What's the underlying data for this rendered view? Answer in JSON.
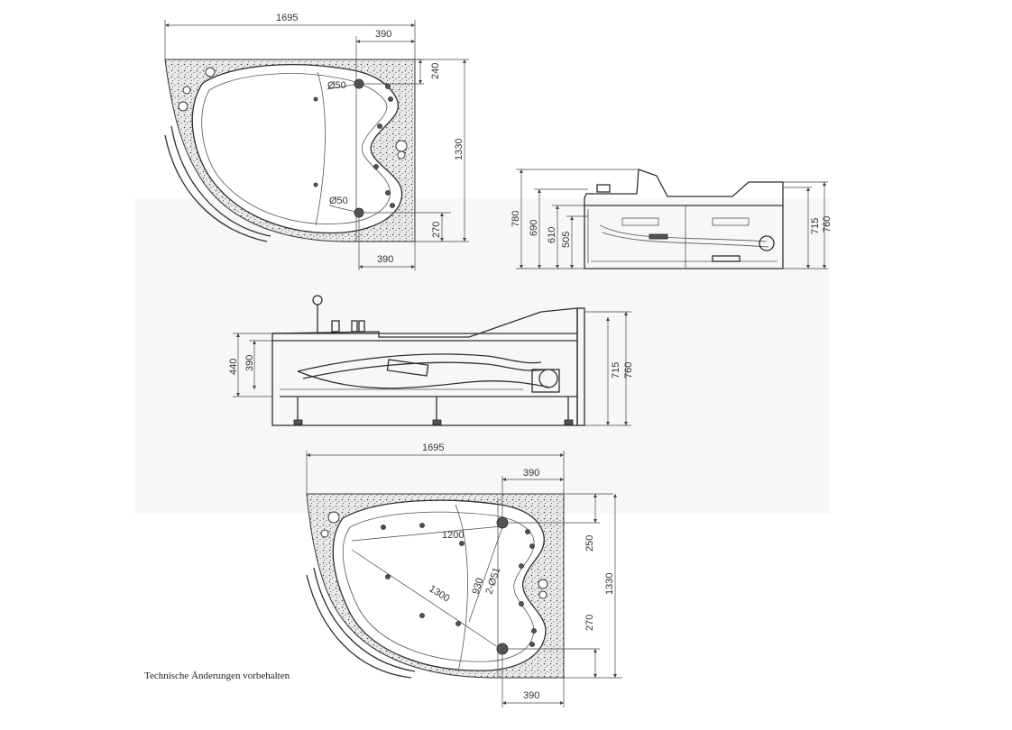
{
  "drawing": {
    "top_plan": {
      "dim_width": "1695",
      "dim_top_right": "390",
      "dim_right_top": "240",
      "dim_depth": "1330",
      "dim_right_bottom": "270",
      "dim_bottom_right": "390",
      "label_hole_top": "Ø50",
      "label_hole_bottom": "Ø50"
    },
    "side_view_right": {
      "dim_780": "780",
      "dim_690": "690",
      "dim_610": "610",
      "dim_505": "505",
      "dim_715": "715",
      "dim_760": "760"
    },
    "front_view": {
      "dim_440": "440",
      "dim_390": "390",
      "dim_715": "715",
      "dim_760": "760"
    },
    "bottom_plan": {
      "dim_width": "1695",
      "dim_top_right": "390",
      "dim_right_top": "250",
      "dim_depth": "1330",
      "dim_right_bottom": "270",
      "dim_bottom_right": "390",
      "dim_1200": "1200",
      "dim_1300": "1300",
      "dim_930": "930",
      "label_holes": "2-Ø51"
    },
    "footnote": "Technische Änderungen vorbehalten"
  }
}
